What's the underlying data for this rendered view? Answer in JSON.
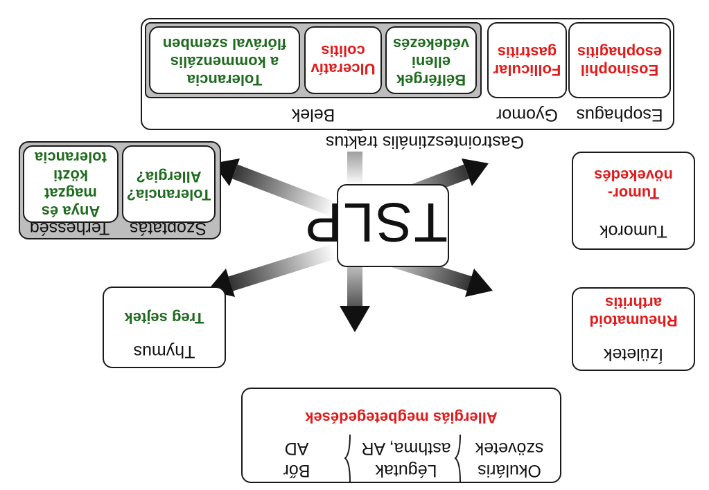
{
  "center": {
    "label": "TSLP"
  },
  "gi": {
    "title": "Gastrointesztinális traktus",
    "belek": {
      "label": "Belek",
      "items": [
        "Tolerancia\na kommenzális\nflórával szemben",
        "Ulceratív\ncolitis",
        "Bélférgek\nelleni\nvédekezés"
      ]
    },
    "gyomor": {
      "label": "Gyomor",
      "item": "Follicular\ngastritis"
    },
    "esophagus": {
      "label": "Esophagus",
      "item": "Eosinophil\nesophagitis"
    }
  },
  "pregnancy": {
    "label_left": "Terhesség",
    "label_right": "Szoptatás",
    "item_left": "Anya és\nmagzat\nközti\ntolerancia",
    "item_right": "Tolerancia?\nAllergia?"
  },
  "thymus": {
    "label": "Thymus",
    "item": "Treg sejtek"
  },
  "tumors": {
    "label": "Tumorok",
    "item": "Tumor-\nnövekedés"
  },
  "joints": {
    "label": "Ízületek",
    "item": "Rheumatoid\narthritis"
  },
  "allergy": {
    "title": "Allergiás megbetegedések",
    "skin": {
      "label": "Bőr",
      "sub": "AD"
    },
    "airways": {
      "label": "Légutak",
      "sub": "asthma, AR"
    },
    "ocular": {
      "label": "Okuláris",
      "sub": "szövetek"
    }
  }
}
